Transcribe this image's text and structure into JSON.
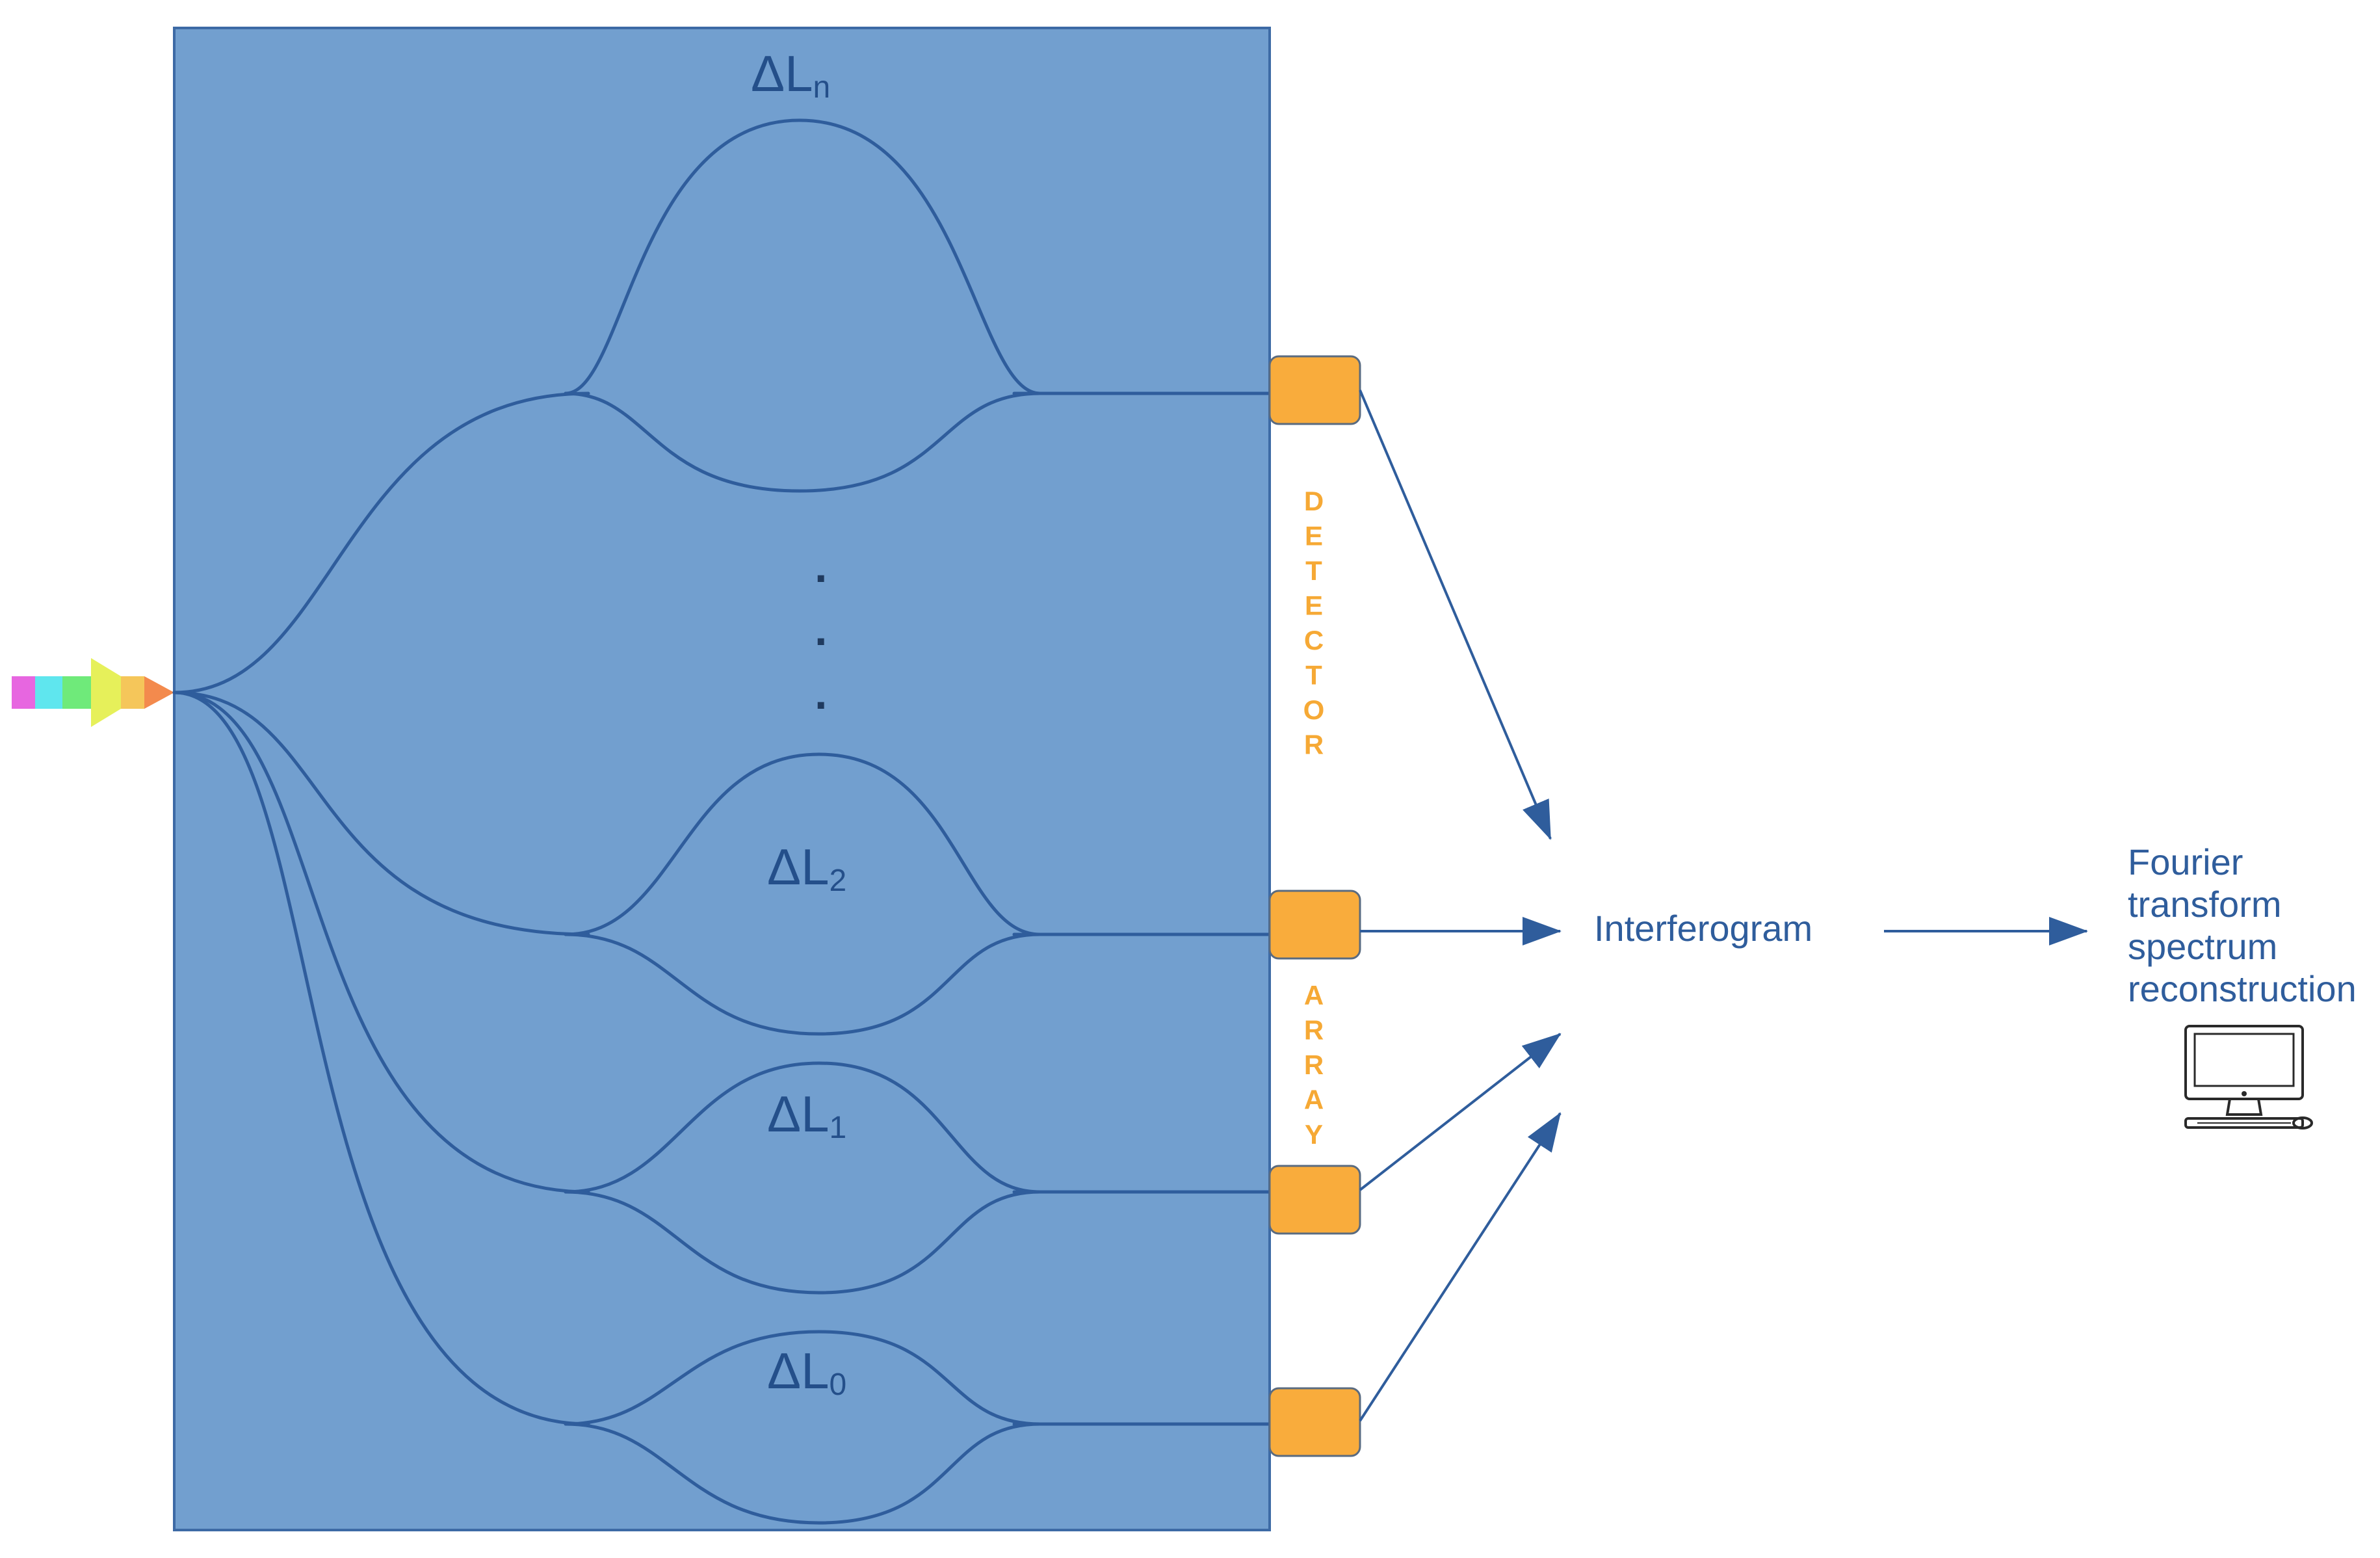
{
  "interferometers": [
    {
      "id": "n",
      "label_main": "ΔL",
      "label_sub": "n"
    },
    {
      "id": "2",
      "label_main": "ΔL",
      "label_sub": "2"
    },
    {
      "id": "1",
      "label_main": "ΔL",
      "label_sub": "1"
    },
    {
      "id": "0",
      "label_main": "ΔL",
      "label_sub": "0"
    }
  ],
  "ellipsis": ".",
  "detector_array": {
    "word1": "DETECTOR",
    "word2": "ARRAY",
    "color": "#f9ac3c"
  },
  "interferogram_label": "Interferogram",
  "fourier_label_lines": [
    "Fourier",
    "transform",
    "spectrum",
    "reconstruction"
  ],
  "chip_color": "#729fcf",
  "line_color": "#2f5d9c",
  "icons": {
    "input_light": "rainbow-arrow-icon",
    "computer": "desktop-computer-icon"
  }
}
